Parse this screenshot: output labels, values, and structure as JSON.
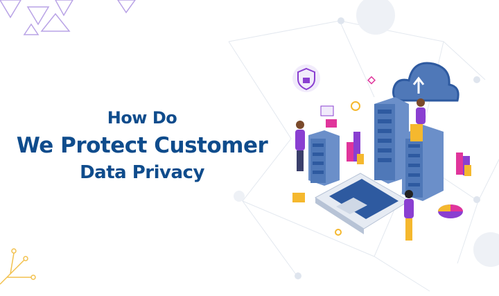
{
  "hero": {
    "title_line1": "How Do",
    "title_line2": "We Protect Customer",
    "title_line3": "Data Privacy"
  },
  "colors": {
    "title": "#0f4c8c",
    "server": "#4f78b8",
    "accent_purple": "#8a3fd1",
    "accent_yellow": "#f5b82e"
  }
}
